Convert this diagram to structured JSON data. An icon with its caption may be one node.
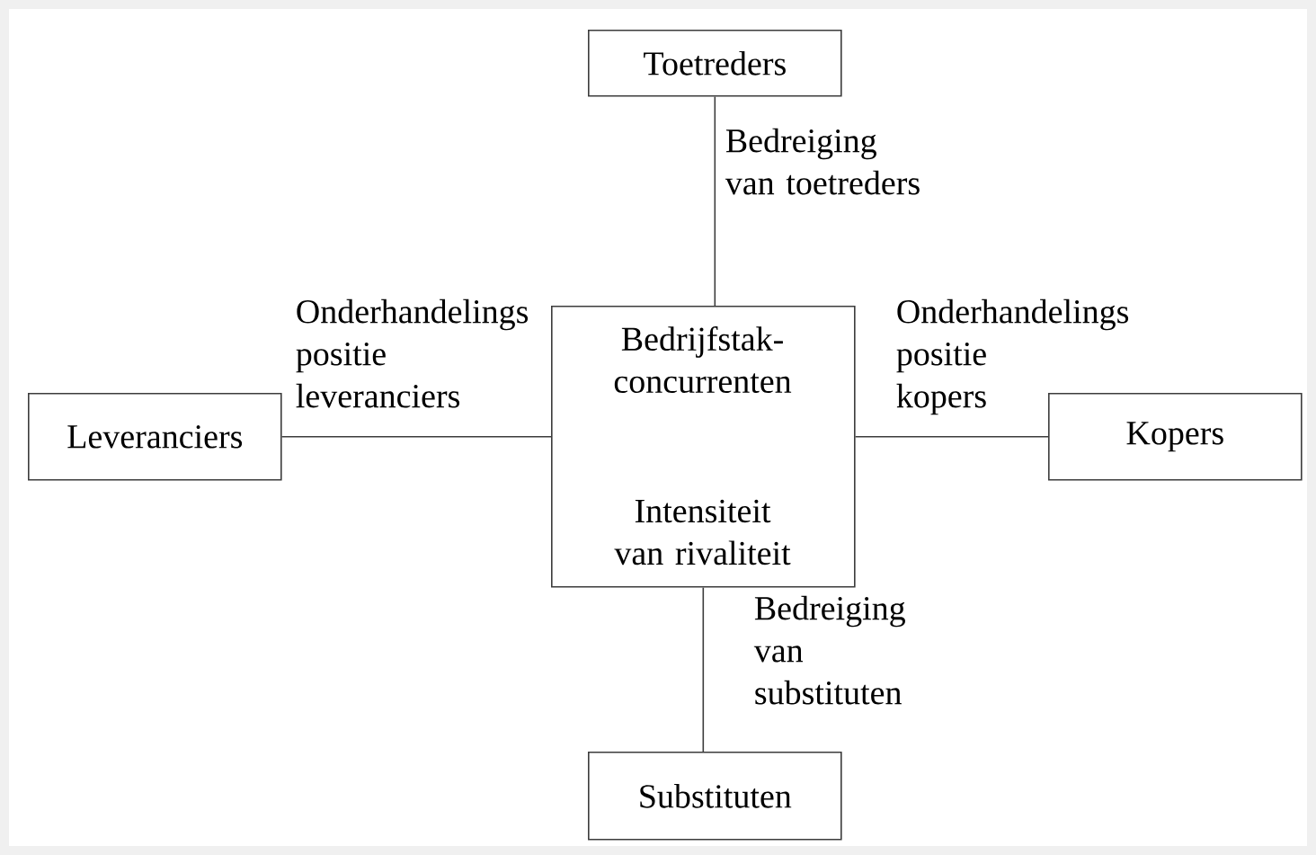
{
  "diagram": {
    "nodes": [
      {
        "text": [
          "Toetreders"
        ]
      },
      {
        "text": [
          "Leveranciers"
        ]
      },
      {
        "text": [
          "Bedrijfstak-concurrenten",
          "Intensiteit van rivaliteit"
        ]
      },
      {
        "text": [
          "Kopers"
        ]
      },
      {
        "text": [
          "Substituten"
        ]
      }
    ],
    "edges": [
      {
        "from": 0,
        "to": 2,
        "arrow": "none",
        "label": "Bedreiging van toetreders"
      },
      {
        "from": 1,
        "to": 2,
        "arrow": "none",
        "label": "Onderhandelings positie leveranciers"
      },
      {
        "from": 2,
        "to": 3,
        "arrow": "none",
        "label": "Onderhandelings positie kopers"
      },
      {
        "from": 2,
        "to": 4,
        "arrow": "none",
        "label": "Bedreiging van substituten"
      }
    ]
  }
}
